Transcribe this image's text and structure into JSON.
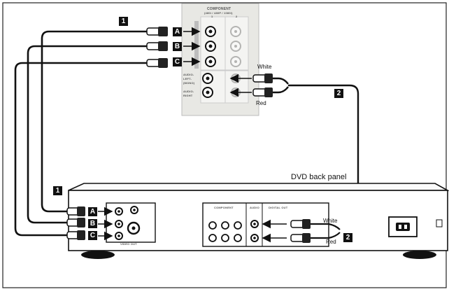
{
  "tv_panel": {
    "header": "COMPONENT",
    "subheader": "(480i / 480P / 1080i)",
    "col1": "1",
    "col2": "2",
    "audio_left_label": "AUDIO-LEFT-(MONO)",
    "audio_right_label": "AUDIO-RIGHT"
  },
  "cable_labels": [
    "A",
    "B",
    "C"
  ],
  "step_badges": [
    "1",
    "2"
  ],
  "audio_labels": {
    "white": "White",
    "red": "Red"
  },
  "dvd": {
    "title": "DVD back panel",
    "video_out_label": "VIDEO OUT",
    "component_label": "COMPONENT",
    "audio_label": "AUDIO",
    "digital_label": "DIGITAL OUT"
  }
}
